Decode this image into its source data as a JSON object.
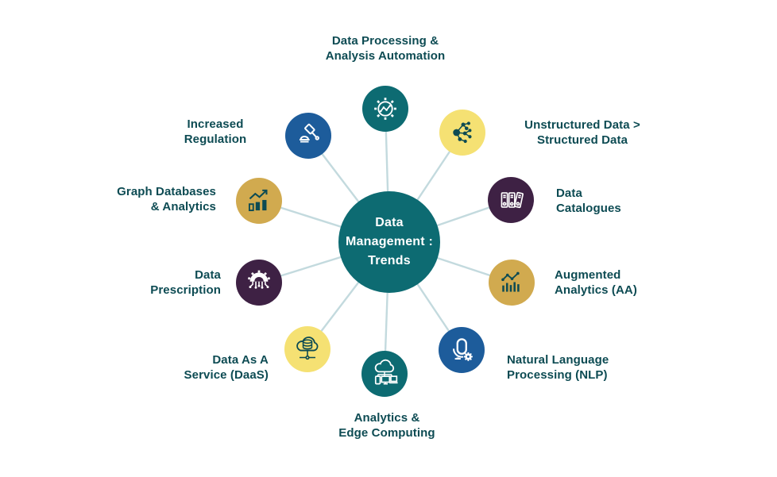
{
  "title": {
    "lines": [
      "Data",
      "Management :",
      "Trends"
    ]
  },
  "palette": {
    "teal": "#0d6b72",
    "yellow": "#f5e173",
    "gold": "#d1aa4f",
    "purple": "#3e2144",
    "blue": "#1d5c9b",
    "icon_dark": "#0d4b53",
    "icon_light": "#ffffff",
    "label_text": "#0d4b53",
    "connector": "#c3dade",
    "background": "#ffffff",
    "center_text": "#ffffff"
  },
  "nodes": [
    {
      "id": "data-processing-automation",
      "label_lines": [
        "Data Processing &",
        "Analysis Automation"
      ],
      "icon": "gear-analytics-icon",
      "circle_color": "teal",
      "icon_color": "icon_light"
    },
    {
      "id": "unstructured-to-structured",
      "label_lines": [
        "Unstructured Data >",
        "Structured Data"
      ],
      "icon": "network-nodes-icon",
      "circle_color": "yellow",
      "icon_color": "icon_dark"
    },
    {
      "id": "data-catalogues",
      "label_lines": [
        "Data",
        "Catalogues"
      ],
      "icon": "binders-icon",
      "circle_color": "purple",
      "icon_color": "icon_light"
    },
    {
      "id": "augmented-analytics",
      "label_lines": [
        "Augmented",
        "Analytics (AA)"
      ],
      "icon": "line-bar-chart-icon",
      "circle_color": "gold",
      "icon_color": "icon_dark"
    },
    {
      "id": "natural-language-processing",
      "label_lines": [
        "Natural Language",
        "Processing (NLP)"
      ],
      "icon": "microphone-gear-icon",
      "circle_color": "blue",
      "icon_color": "icon_light"
    },
    {
      "id": "analytics-edge-computing",
      "label_lines": [
        "Analytics &",
        "Edge Computing"
      ],
      "icon": "cloud-devices-icon",
      "circle_color": "teal",
      "icon_color": "icon_light"
    },
    {
      "id": "data-as-a-service",
      "label_lines": [
        "Data As A",
        "Service (DaaS)"
      ],
      "icon": "cloud-database-icon",
      "circle_color": "yellow",
      "icon_color": "icon_dark"
    },
    {
      "id": "data-prescription",
      "label_lines": [
        "Data",
        "Prescription"
      ],
      "icon": "gear-circuit-icon",
      "circle_color": "purple",
      "icon_color": "icon_light"
    },
    {
      "id": "graph-databases-analytics",
      "label_lines": [
        "Graph Databases",
        "& Analytics"
      ],
      "icon": "bar-chart-arrow-icon",
      "circle_color": "gold",
      "icon_color": "icon_dark"
    },
    {
      "id": "increased-regulation",
      "label_lines": [
        "Increased",
        "Regulation"
      ],
      "icon": "gavel-icon",
      "circle_color": "blue",
      "icon_color": "icon_light"
    }
  ]
}
